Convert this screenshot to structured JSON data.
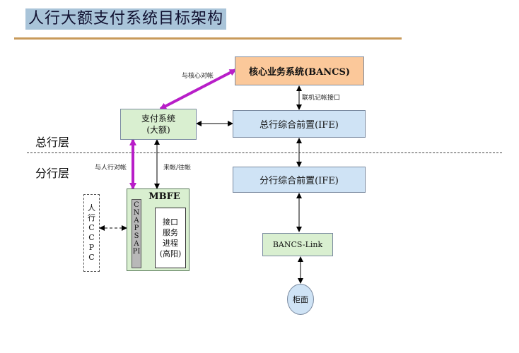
{
  "title": "人行大额支付系统目标架构",
  "layers": {
    "head": "总行层",
    "branch": "分行层"
  },
  "nodes": {
    "bancs": "核心业务系统(BANCS)",
    "payment_line1": "支付系统",
    "payment_line2": "(大额)",
    "ife_head": "总行综合前置(IFE)",
    "ife_branch": "分行综合前置(IFE)",
    "mbfe": "MBFE",
    "cnaps_api": "CNAPSAPI",
    "interface_line1": "接口",
    "interface_line2": "服务",
    "interface_line3": "进程",
    "interface_line4": "(高阳)",
    "ccpc_line1": "人",
    "ccpc_line2": "行",
    "ccpc_line3": "CCPC",
    "bancs_link": "BANCS-Link",
    "counter": "柜面"
  },
  "edges": {
    "check_core": "与核心对帐",
    "online_interface": "联机记帐接口",
    "check_pboc": "与人行对帐",
    "incoming_outgoing": "来帐/往帐"
  },
  "colors": {
    "orange_fill": "#fbc89a",
    "blue_fill": "#cfe3f5",
    "green_fill": "#d9efd0",
    "magenta_arrow": "#b81ec8"
  }
}
